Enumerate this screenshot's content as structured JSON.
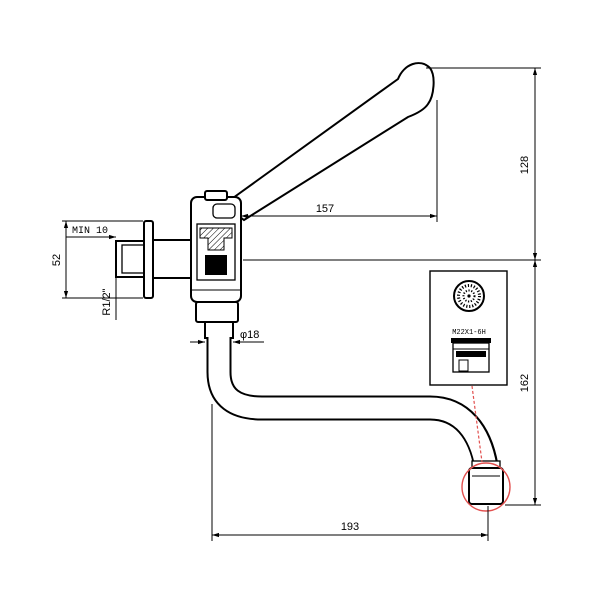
{
  "colors": {
    "line": "#000000",
    "accent": "#e2504f"
  },
  "dimensions": {
    "min_wall": "MIN 10",
    "flange": "52",
    "thread": "R1/2\"",
    "lever_reach": "157",
    "lever_height": "128",
    "spout_diameter": "φ18",
    "spout_height": "162",
    "spout_reach": "193"
  },
  "detail": {
    "thread_spec": "M22X1-6H"
  }
}
